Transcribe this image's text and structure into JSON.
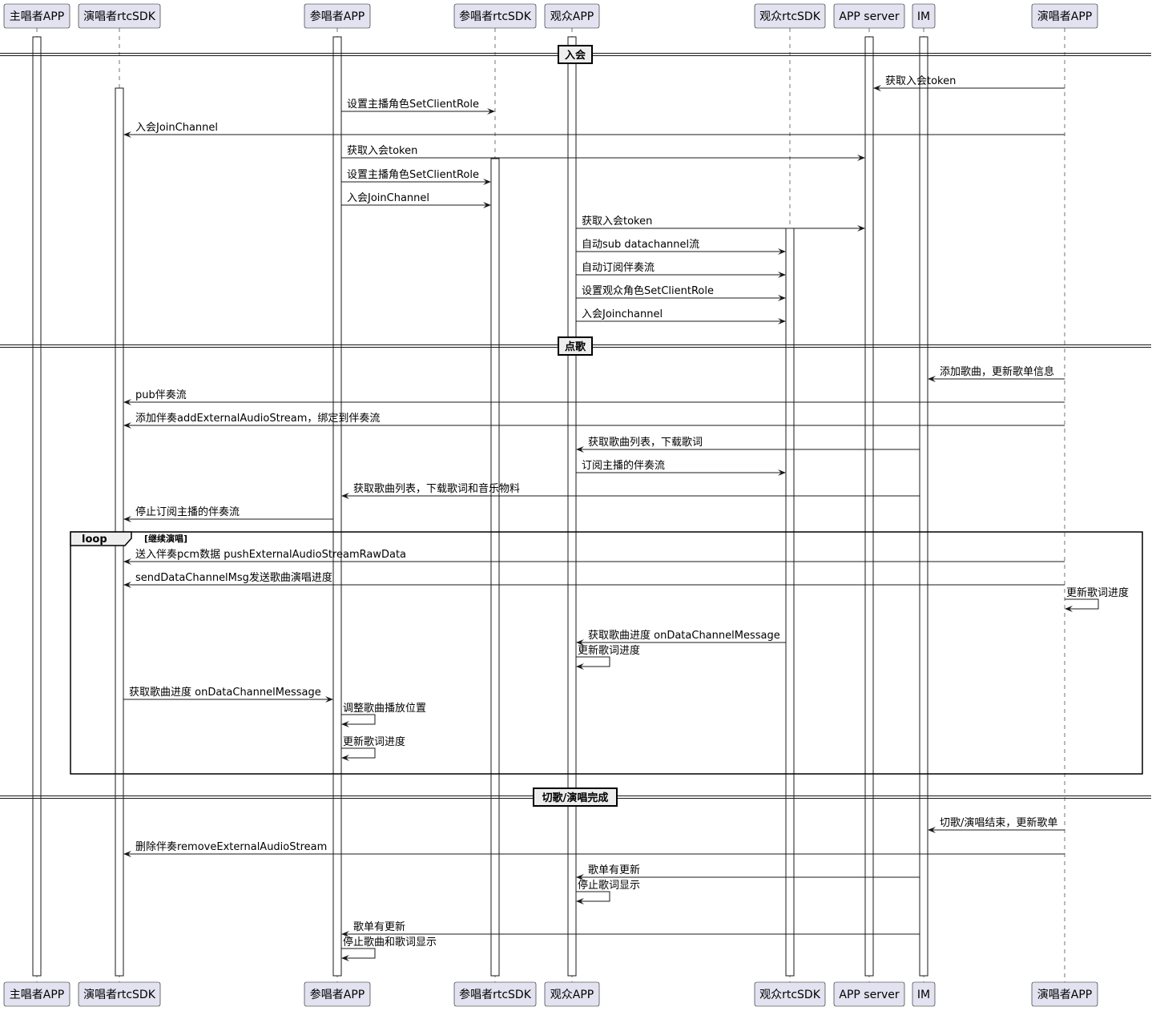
{
  "participants": [
    {
      "id": "lead_app",
      "label": "主唱者APP"
    },
    {
      "id": "singer_sdk",
      "label": "演唱者rtcSDK"
    },
    {
      "id": "chorus_app",
      "label": "参唱者APP"
    },
    {
      "id": "chorus_sdk",
      "label": "参唱者rtcSDK"
    },
    {
      "id": "audience_app",
      "label": "观众APP"
    },
    {
      "id": "audience_sdk",
      "label": "观众rtcSDK"
    },
    {
      "id": "app_server",
      "label": "APP server"
    },
    {
      "id": "im",
      "label": "IM"
    },
    {
      "id": "singer_app",
      "label": "演唱者APP"
    }
  ],
  "sections": [
    {
      "label": "入会"
    },
    {
      "label": "点歌"
    },
    {
      "label": "切歌/演唱完成"
    }
  ],
  "loop": {
    "label": "loop",
    "condition": "[继续演唱]"
  },
  "messages": [
    {
      "from": "singer_app",
      "to": "app_server",
      "text": "获取入会token"
    },
    {
      "from": "chorus_app",
      "to": "chorus_sdk",
      "text": "设置主播角色SetClientRole"
    },
    {
      "from": "singer_app",
      "to": "singer_sdk",
      "text": "入会JoinChannel"
    },
    {
      "from": "chorus_app",
      "to": "app_server",
      "text": "获取入会token"
    },
    {
      "from": "chorus_app",
      "to": "chorus_sdk",
      "text": "设置主播角色SetClientRole"
    },
    {
      "from": "chorus_app",
      "to": "chorus_sdk",
      "text": "入会JoinChannel"
    },
    {
      "from": "audience_app",
      "to": "app_server",
      "text": "获取入会token"
    },
    {
      "from": "audience_app",
      "to": "audience_sdk",
      "text": "自动sub datachannel流"
    },
    {
      "from": "audience_app",
      "to": "audience_sdk",
      "text": "自动订阅伴奏流"
    },
    {
      "from": "audience_app",
      "to": "audience_sdk",
      "text": "设置观众角色SetClientRole"
    },
    {
      "from": "audience_app",
      "to": "audience_sdk",
      "text": "入会Joinchannel"
    },
    {
      "from": "singer_app",
      "to": "im",
      "text": "添加歌曲，更新歌单信息"
    },
    {
      "from": "singer_app",
      "to": "singer_sdk",
      "text": "pub伴奏流"
    },
    {
      "from": "singer_app",
      "to": "singer_sdk",
      "text": "添加伴奏addExternalAudioStream，绑定到伴奏流"
    },
    {
      "from": "im",
      "to": "audience_app",
      "text": "获取歌曲列表，下载歌词"
    },
    {
      "from": "audience_app",
      "to": "audience_sdk",
      "text": "订阅主播的伴奏流"
    },
    {
      "from": "im",
      "to": "chorus_app",
      "text": "获取歌曲列表，下载歌词和音乐物料"
    },
    {
      "from": "chorus_app",
      "to": "singer_sdk",
      "text": "停止订阅主播的伴奏流"
    },
    {
      "from": "singer_app",
      "to": "singer_sdk",
      "text": "送入伴奏pcm数据 pushExternalAudioStreamRawData"
    },
    {
      "from": "singer_app",
      "to": "singer_sdk",
      "text": "sendDataChannelMsg发送歌曲演唱进度"
    },
    {
      "from": "singer_app",
      "to": "singer_app",
      "text": "更新歌词进度"
    },
    {
      "from": "audience_sdk",
      "to": "audience_app",
      "text": "获取歌曲进度 onDataChannelMessage"
    },
    {
      "from": "audience_app",
      "to": "audience_app",
      "text": "更新歌词进度"
    },
    {
      "from": "singer_sdk",
      "to": "chorus_app",
      "text": "获取歌曲进度 onDataChannelMessage"
    },
    {
      "from": "chorus_app",
      "to": "chorus_app",
      "text": "调整歌曲播放位置"
    },
    {
      "from": "chorus_app",
      "to": "chorus_app",
      "text": "更新歌词进度"
    },
    {
      "from": "singer_app",
      "to": "im",
      "text": "切歌/演唱结束，更新歌单"
    },
    {
      "from": "singer_app",
      "to": "singer_sdk",
      "text": "删除伴奏removeExternalAudioStream"
    },
    {
      "from": "im",
      "to": "audience_app",
      "text": "歌单有更新"
    },
    {
      "from": "audience_app",
      "to": "audience_app",
      "text": "停止歌词显示"
    },
    {
      "from": "im",
      "to": "chorus_app",
      "text": "歌单有更新"
    },
    {
      "from": "chorus_app",
      "to": "chorus_app",
      "text": "停止歌曲和歌词显示"
    }
  ]
}
